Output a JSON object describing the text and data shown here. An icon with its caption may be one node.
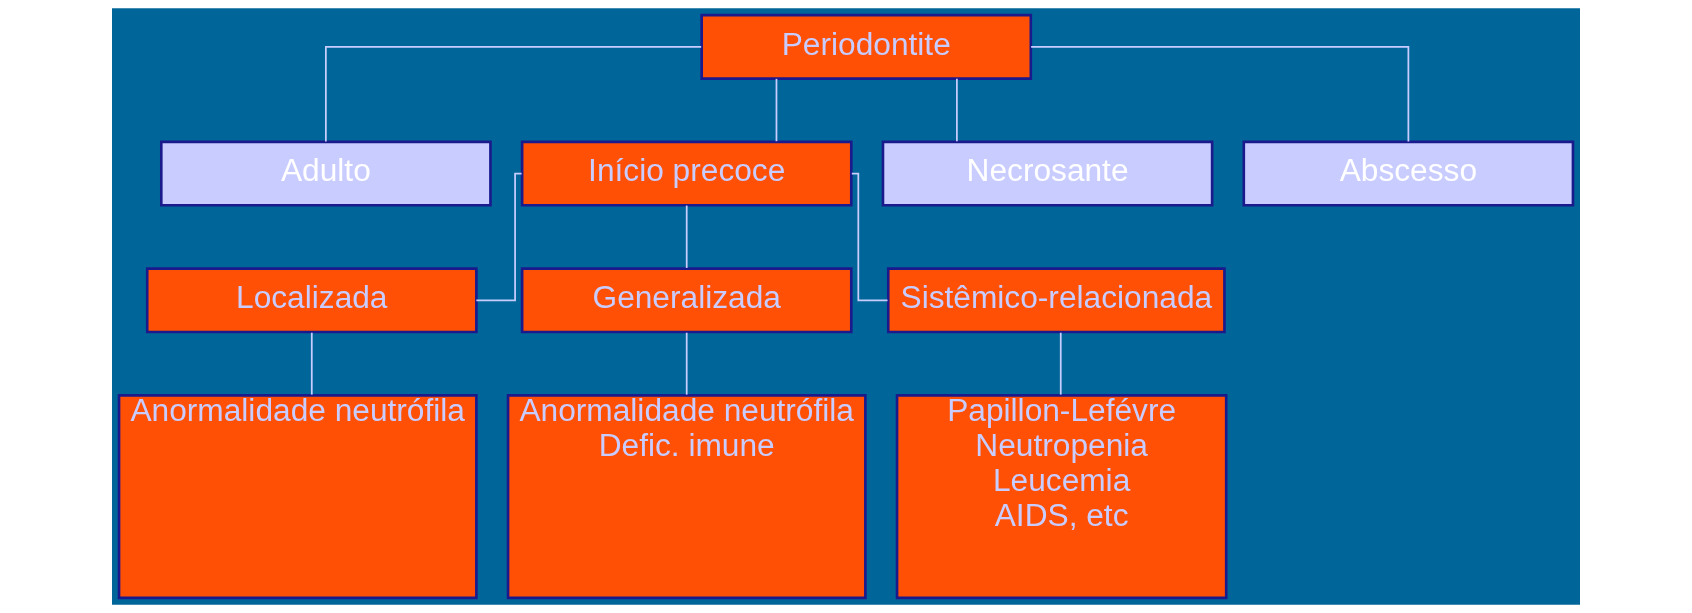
{
  "diagram": {
    "nodes": [
      {
        "text": [
          "Periodontite"
        ]
      },
      {
        "text": [
          "Adulto"
        ]
      },
      {
        "text": [
          "Início precoce"
        ]
      },
      {
        "text": [
          "Necrosante"
        ]
      },
      {
        "text": [
          "Abscesso"
        ]
      },
      {
        "text": [
          "Localizada"
        ]
      },
      {
        "text": [
          "Generalizada"
        ]
      },
      {
        "text": [
          "Sistêmico-relacionada"
        ]
      },
      {
        "text": [
          "Anormalidade neutrófila"
        ]
      },
      {
        "text": [
          "Anormalidade neutrófila",
          "Defic. imune"
        ]
      },
      {
        "text": [
          "Papillon-Lefévre",
          "Neutropenia",
          "Leucemia",
          "AIDS, etc"
        ]
      }
    ],
    "edges": [
      {
        "from": 0,
        "to": 1,
        "arrow": "none"
      },
      {
        "from": 0,
        "to": 2,
        "arrow": "none"
      },
      {
        "from": 0,
        "to": 3,
        "arrow": "none"
      },
      {
        "from": 0,
        "to": 4,
        "arrow": "none"
      },
      {
        "from": 2,
        "to": 5,
        "arrow": "none"
      },
      {
        "from": 2,
        "to": 6,
        "arrow": "none"
      },
      {
        "from": 2,
        "to": 7,
        "arrow": "none"
      },
      {
        "from": 5,
        "to": 8,
        "arrow": "none"
      },
      {
        "from": 6,
        "to": 9,
        "arrow": "none"
      },
      {
        "from": 7,
        "to": 10,
        "arrow": "none"
      }
    ]
  }
}
